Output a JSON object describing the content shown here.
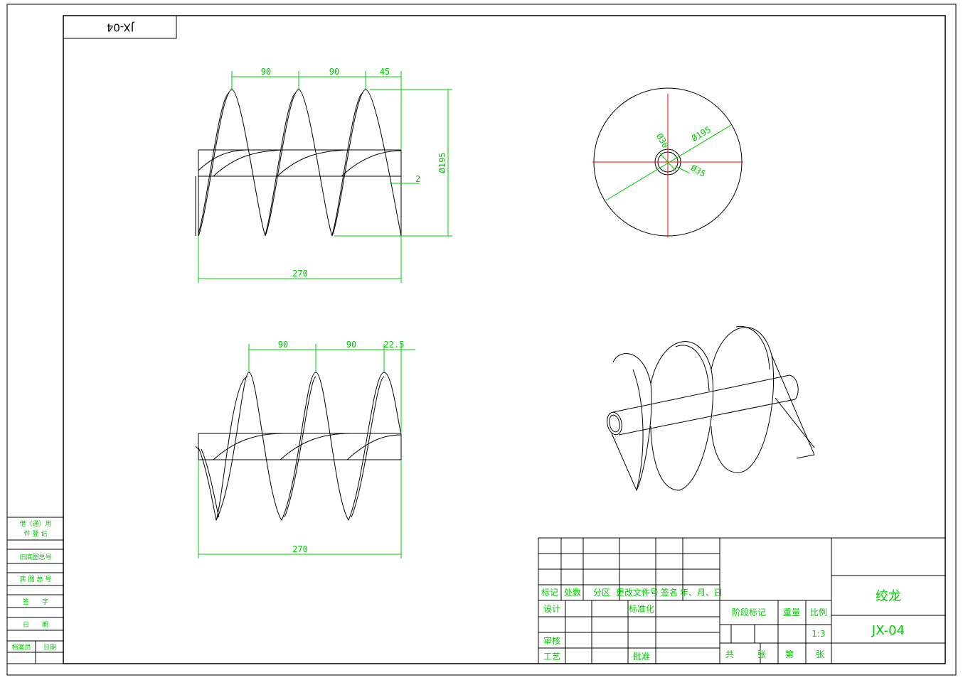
{
  "drawing": {
    "code_mirrored": "JX-04",
    "views": {
      "top_side": {
        "pitch_1": "90",
        "pitch_2": "90",
        "pitch_end": "45",
        "diameter": "Ø195",
        "thickness": "2",
        "length": "270"
      },
      "bottom_side": {
        "pitch_1": "90",
        "pitch_2": "90",
        "pitch_end": "22.5",
        "length": "270"
      },
      "end_view": {
        "d_inner": "Ø30",
        "d_shaft": "Ø35",
        "d_outer": "Ø195"
      }
    },
    "title_block": {
      "headers": [
        "标记",
        "处数",
        "分区",
        "更改文件号",
        "签名",
        "年、月、日"
      ],
      "design": "设计",
      "standardize": "标准化",
      "stage_mark": "阶段标记",
      "weight": "重量",
      "scale_label": "比例",
      "scale_value": "1:3",
      "review": "审核",
      "process": "工艺",
      "approve": "批准",
      "sheets_total": "共",
      "sheets_zhang": "张",
      "sheet_no": "第",
      "sheet_zhang2": "张",
      "part_name": "绞龙",
      "part_code": "JX-04"
    },
    "left_strip": {
      "borrow_line1": "借（通）用",
      "borrow_line2": "件 登 记",
      "old_drawing": "旧底图总号",
      "base_drawing": "底 图 总 号",
      "signature": "签　　字",
      "date": "日　　期",
      "archivist": "档案员",
      "date2": "日期"
    }
  }
}
